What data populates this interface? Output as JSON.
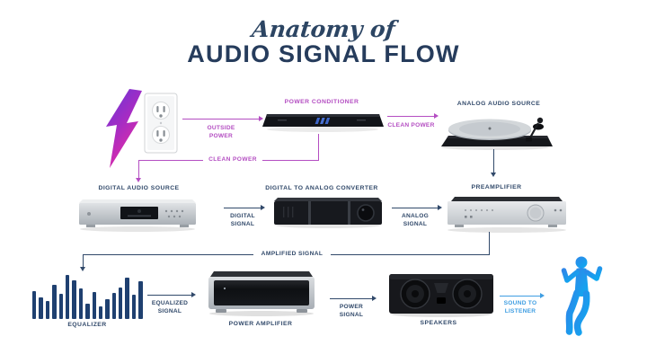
{
  "title": {
    "script_line": "Anatomy of",
    "main_line": "AUDIO SIGNAL FLOW"
  },
  "colors": {
    "navy": "#31496a",
    "magenta": "#b44ec2",
    "blue": "#3f9ee2",
    "bar": "#1f4070"
  },
  "nodes": {
    "power_conditioner": {
      "label": "POWER CONDITIONER"
    },
    "analog_audio_source": {
      "label": "ANALOG AUDIO SOURCE"
    },
    "digital_audio_source": {
      "label": "DIGITAL AUDIO SOURCE"
    },
    "digital_to_analog_converter": {
      "label": "DIGITAL TO ANALOG CONVERTER"
    },
    "preamplifier": {
      "label": "PREAMPLIFIER"
    },
    "equalizer": {
      "label": "EQUALIZER"
    },
    "power_amplifier": {
      "label": "POWER AMPLIFIER"
    },
    "speakers": {
      "label": "SPEAKERS"
    }
  },
  "flows": {
    "outside_power": {
      "label": "OUTSIDE POWER"
    },
    "clean_power_to_analog": {
      "label": "CLEAN POWER"
    },
    "clean_power_to_digital": {
      "label": "CLEAN POWER"
    },
    "digital_signal": {
      "label": "DIGITAL SIGNAL"
    },
    "analog_signal": {
      "label": "ANALOG SIGNAL"
    },
    "amplified_signal": {
      "label": "AMPLIFIED SIGNAL"
    },
    "equalized_signal": {
      "label": "EQUALIZED SIGNAL"
    },
    "power_signal": {
      "label": "POWER SIGNAL"
    },
    "sound_to_listener": {
      "label": "SOUND TO LISTENER"
    }
  },
  "equalizer_bars": {
    "heights_pct": [
      60,
      46,
      38,
      74,
      54,
      95,
      83,
      65,
      33,
      58,
      27,
      42,
      56,
      68,
      88,
      52,
      80
    ]
  }
}
